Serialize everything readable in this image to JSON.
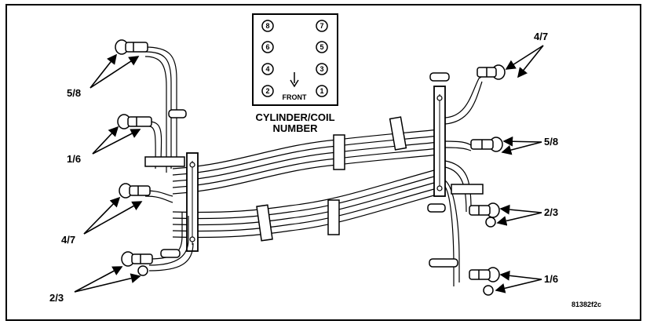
{
  "cylinder_chart": {
    "numbers": [
      "8",
      "7",
      "6",
      "5",
      "4",
      "3",
      "2",
      "1"
    ],
    "front_label": "FRONT",
    "title_line1": "CYLINDER/COIL",
    "title_line2": "NUMBER"
  },
  "callouts": {
    "left": [
      "5/8",
      "1/6",
      "4/7",
      "2/3"
    ],
    "right": [
      "4/7",
      "5/8",
      "2/3",
      "1/6"
    ]
  },
  "figure_id": "81382f2c"
}
